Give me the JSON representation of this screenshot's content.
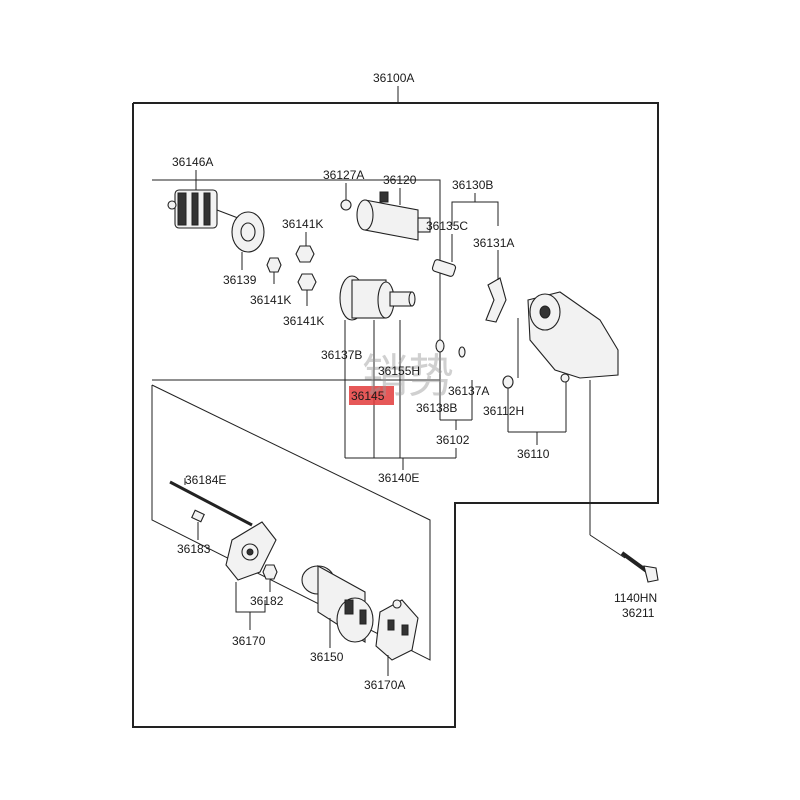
{
  "labels": {
    "p36100A": "36100A",
    "p36146A": "36146A",
    "p36127A": "36127A",
    "p36120": "36120",
    "p36130B": "36130B",
    "p36135C": "36135C",
    "p36131A": "36131A",
    "p36141K_1": "36141K",
    "p36139": "36139",
    "p36141K_2": "36141K",
    "p36141K_3": "36141K",
    "p36137B": "36137B",
    "p36155H": "36155H",
    "p36145": "36145",
    "p36137A": "36137A",
    "p36138B": "36138B",
    "p36112H": "36112H",
    "p36102": "36102",
    "p36110": "36110",
    "p36140E": "36140E",
    "p36184E": "36184E",
    "p36183": "36183",
    "p36182": "36182",
    "p36170": "36170",
    "p36150": "36150",
    "p36170A": "36170A",
    "p1140HN": "1140HN",
    "p36211": "36211"
  },
  "highlight_color": "#e23b3b",
  "watermark": "销势"
}
